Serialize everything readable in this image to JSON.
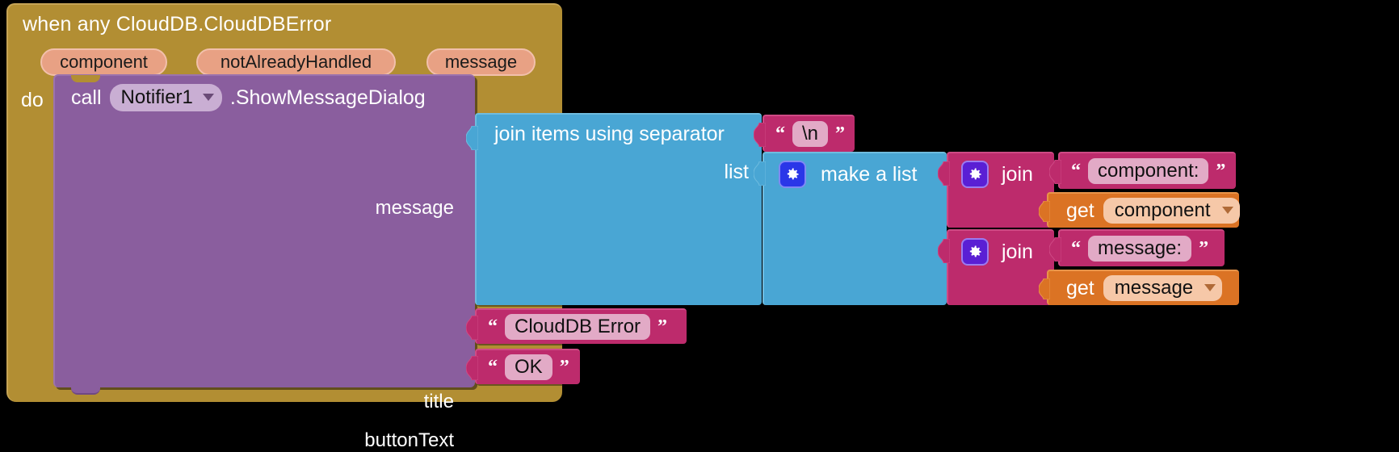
{
  "workspace": {
    "background": "#000000",
    "description": "MIT App Inventor blocks editor canvas"
  },
  "event_block": {
    "type": "event-handler",
    "color": "#b28e33",
    "title": "when any CloudDB.CloudDBError",
    "parameters": [
      {
        "name": "component",
        "label": "component"
      },
      {
        "name": "notAlreadyHandled",
        "label": "notAlreadyHandled"
      },
      {
        "name": "message",
        "label": "message"
      }
    ],
    "body_label": "do"
  },
  "call_block": {
    "type": "method-call",
    "color": "#8a5e9e",
    "call_label": "call",
    "component_dropdown": "Notifier1",
    "method_label": ".ShowMessageDialog",
    "arguments": [
      {
        "name": "message",
        "label": "message"
      },
      {
        "name": "title",
        "label": "title"
      },
      {
        "name": "buttonText",
        "label": "buttonText"
      }
    ]
  },
  "join_items_block": {
    "type": "list-join-with-separator",
    "color": "#49a6d4",
    "label": "join items using separator",
    "list_socket_label": "list"
  },
  "separator_string": {
    "type": "text",
    "color": "#bd2b6c",
    "value": "\\n",
    "open_quote": "“",
    "close_quote": "”"
  },
  "make_a_list_block": {
    "type": "lists-create-with",
    "color": "#49a6d4",
    "label": "make a list",
    "mutator_icon": "gear-icon",
    "mutator_icon_color": "#2a36e8"
  },
  "list_items": [
    {
      "join_block": {
        "type": "text-join",
        "color": "#bd2b6c",
        "label": "join",
        "mutator_icon": "gear-icon",
        "mutator_icon_color": "#5a1fd4"
      },
      "text_block": {
        "type": "text",
        "value": "component:",
        "open_quote": "“",
        "close_quote": "”"
      },
      "get_block": {
        "type": "lexical-variable-get",
        "color": "#db7324",
        "label": "get",
        "variable": "component",
        "has_dropdown": true
      }
    },
    {
      "join_block": {
        "type": "text-join",
        "color": "#bd2b6c",
        "label": "join",
        "mutator_icon": "gear-icon",
        "mutator_icon_color": "#5a1fd4"
      },
      "text_block": {
        "type": "text",
        "value": "message:",
        "open_quote": "“",
        "close_quote": "”"
      },
      "get_block": {
        "type": "lexical-variable-get",
        "color": "#db7324",
        "label": "get",
        "variable": "message",
        "has_dropdown": true
      }
    }
  ],
  "title_string": {
    "type": "text",
    "color": "#bd2b6c",
    "value": "CloudDB Error",
    "open_quote": "“",
    "close_quote": "”"
  },
  "button_text_string": {
    "type": "text",
    "color": "#bd2b6c",
    "value": "OK",
    "open_quote": "“",
    "close_quote": "”"
  }
}
